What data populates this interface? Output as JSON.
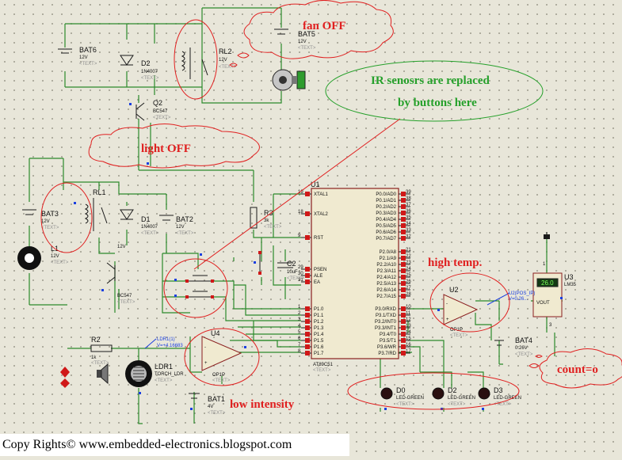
{
  "annotations": {
    "fan_off": "fan OFF",
    "ir_line1": "IR senosrs are replaced",
    "ir_line2": "by buttons here",
    "light_off": "light OFF",
    "high_temp": "high temp.",
    "count": "count=o",
    "low_intensity": "low intensity"
  },
  "components": {
    "bat6": {
      "name": "BAT6",
      "value": "12V",
      "text": "<TEXT>"
    },
    "d2": {
      "name": "D2",
      "value": "1N4007",
      "text": "<TEXT>"
    },
    "rl2": {
      "name": "RL2",
      "value": "12V",
      "text": "<TEXT>"
    },
    "bat5": {
      "name": "BAT5",
      "value": "12V",
      "text": "<TEXT>"
    },
    "q2": {
      "name": "Q2",
      "value": "BC547",
      "text": "<TEXT>"
    },
    "rl1": {
      "name": "RL1",
      "value": "12V"
    },
    "bat3": {
      "name": "BAT3",
      "value": "12V",
      "text": "<TEXT>"
    },
    "d1": {
      "name": "D1",
      "value": "1N4007",
      "text": "<TEXT>"
    },
    "bat2": {
      "name": "BAT2",
      "value": "12V",
      "text": "<TEXT>"
    },
    "l1": {
      "name": "L1",
      "value": "12V",
      "text": "<TEXT>"
    },
    "q1": {
      "name": "12V",
      "value": "BC547",
      "text": "<TEXT>"
    },
    "r3": {
      "name": "R3",
      "value": "3k",
      "text": "<TEXT>"
    },
    "c2": {
      "name": "C2",
      "value": "10uF",
      "text": "<TEXT>"
    },
    "u1": {
      "name": "U1",
      "part": "AT89C51",
      "text": "<TEXT>"
    },
    "u2": {
      "name": "U2",
      "part": "OP1P",
      "text": "<TEXT>"
    },
    "u3": {
      "name": "U3",
      "part": "LM35",
      "display": "26.0",
      "vout": "VOUT"
    },
    "u4": {
      "name": "U4",
      "part": "OP1P",
      "text": "<TEXT>"
    },
    "u3_probe": {
      "line1": "U2(POS_IP)",
      "line2": "V=0.26..."
    },
    "ldr_probe": {
      "line1": "LDR1(1)",
      "line2": "V=+4.16683"
    },
    "bat4": {
      "name": "BAT4",
      "value": "0.26V",
      "text": "<TEXT>"
    },
    "r2": {
      "name": "R2",
      "value": "1k",
      "text": "<TEXT>"
    },
    "ldr1": {
      "name": "LDR1",
      "value": "TORCH_LDR",
      "text": "<TEXT>"
    },
    "bat1": {
      "name": "BAT1",
      "value": "4V",
      "text": "<TEXT>"
    },
    "d0": {
      "name": "D0",
      "value": "LED-GREEN",
      "text": "<TEXT>"
    },
    "d2led": {
      "name": "D2",
      "value": "LED-GREEN",
      "text": "<TEXT>"
    },
    "d3": {
      "name": "D3",
      "value": "LED-GREEN",
      "text": "<TEXT>"
    }
  },
  "mcu": {
    "left_pins": [
      {
        "num": "19",
        "name": "XTAL1"
      },
      {
        "num": "18",
        "name": "XTAL2"
      },
      {
        "num": "9",
        "name": "RST"
      },
      {
        "num": "29",
        "name": "PSEN"
      },
      {
        "num": "30",
        "name": "ALE"
      },
      {
        "num": "31",
        "name": "EA"
      },
      {
        "num": "1",
        "name": "P1.0"
      },
      {
        "num": "2",
        "name": "P1.1"
      },
      {
        "num": "3",
        "name": "P1.2"
      },
      {
        "num": "4",
        "name": "P1.3"
      },
      {
        "num": "5",
        "name": "P1.4"
      },
      {
        "num": "6",
        "name": "P1.5"
      },
      {
        "num": "7",
        "name": "P1.6"
      },
      {
        "num": "8",
        "name": "P1.7"
      }
    ],
    "right_pins": [
      {
        "num": "39",
        "name": "P0.0/AD0"
      },
      {
        "num": "38",
        "name": "P0.1/AD1"
      },
      {
        "num": "37",
        "name": "P0.2/AD2"
      },
      {
        "num": "36",
        "name": "P0.3/AD3"
      },
      {
        "num": "35",
        "name": "P0.4/AD4"
      },
      {
        "num": "34",
        "name": "P0.5/AD5"
      },
      {
        "num": "33",
        "name": "P0.6/AD6"
      },
      {
        "num": "32",
        "name": "P0.7/AD7"
      },
      {
        "num": "21",
        "name": "P2.0/A8"
      },
      {
        "num": "22",
        "name": "P2.1/A9"
      },
      {
        "num": "23",
        "name": "P2.2/A10"
      },
      {
        "num": "24",
        "name": "P2.3/A11"
      },
      {
        "num": "25",
        "name": "P2.4/A12"
      },
      {
        "num": "26",
        "name": "P2.5/A13"
      },
      {
        "num": "27",
        "name": "P2.6/A14"
      },
      {
        "num": "28",
        "name": "P2.7/A15"
      },
      {
        "num": "10",
        "name": "P3.0/RXD"
      },
      {
        "num": "11",
        "name": "P3.1/TXD"
      },
      {
        "num": "12",
        "name": "P3.2/INT0"
      },
      {
        "num": "13",
        "name": "P3.3/INT1"
      },
      {
        "num": "14",
        "name": "P3.4/T0"
      },
      {
        "num": "15",
        "name": "P3.5/T1"
      },
      {
        "num": "16",
        "name": "P3.6/WR"
      },
      {
        "num": "17",
        "name": "P3.7/RD"
      }
    ]
  },
  "footer": {
    "prefix": "Copy Rights",
    "symbol": "©",
    "url": " www.embedded-electronics.blogspot.com"
  },
  "colors": {
    "background": "#e8e6d9",
    "wire": "#2b8a2b",
    "annotation_red": "#e02020",
    "annotation_green": "#25a02a",
    "pin_marker": "#d01818",
    "probe": "#1a3fe0"
  }
}
